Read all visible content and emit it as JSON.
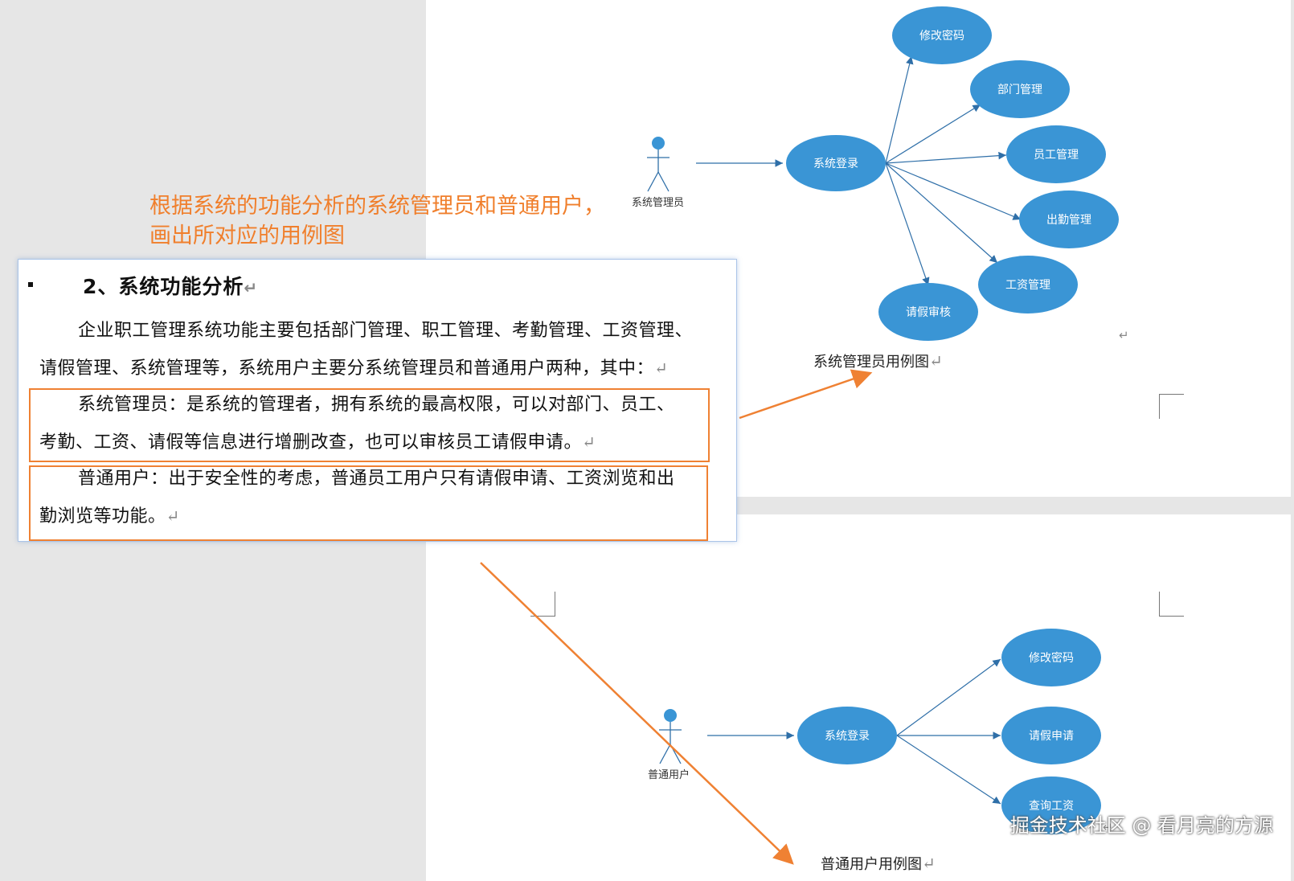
{
  "annotation": {
    "line1": "根据系统的功能分析的系统管理员和普通用户，",
    "line2": "画出所对应的用例图"
  },
  "document": {
    "heading": "2、系统功能分析",
    "para1_line1": "企业职工管理系统功能主要包括部门管理、职工管理、考勤管理、工资管理、",
    "para1_line2": "请假管理、系统管理等，系统用户主要分系统管理员和普通用户两种，其中：",
    "admin_line1": "系统管理员：是系统的管理者，拥有系统的最高权限，可以对部门、员工、",
    "admin_line2": "考勤、工资、请假等信息进行增删改查，也可以审核员工请假申请。",
    "user_line1": "普通用户：出于安全性的考虑，普通员工用户只有请假申请、工资浏览和出",
    "user_line2": "勤浏览等功能。",
    "return_mark": "↵"
  },
  "admin_diagram": {
    "actor": "系统管理员",
    "login": "系统登录",
    "use_cases": [
      "修改密码",
      "部门管理",
      "员工管理",
      "出勤管理",
      "工资管理",
      "请假审核"
    ],
    "caption": "系统管理员用例图"
  },
  "user_diagram": {
    "actor": "普通用户",
    "login": "系统登录",
    "use_cases": [
      "修改密码",
      "请假申请",
      "查询工资"
    ],
    "caption": "普通用户用例图"
  },
  "colors": {
    "ellipse": "#3a95d5",
    "highlight": "#ef8133",
    "annotation_text": "#f07f2c",
    "edge": "#2f6fa8"
  },
  "watermark": "掘金技术社区 @ 看月亮的方源"
}
